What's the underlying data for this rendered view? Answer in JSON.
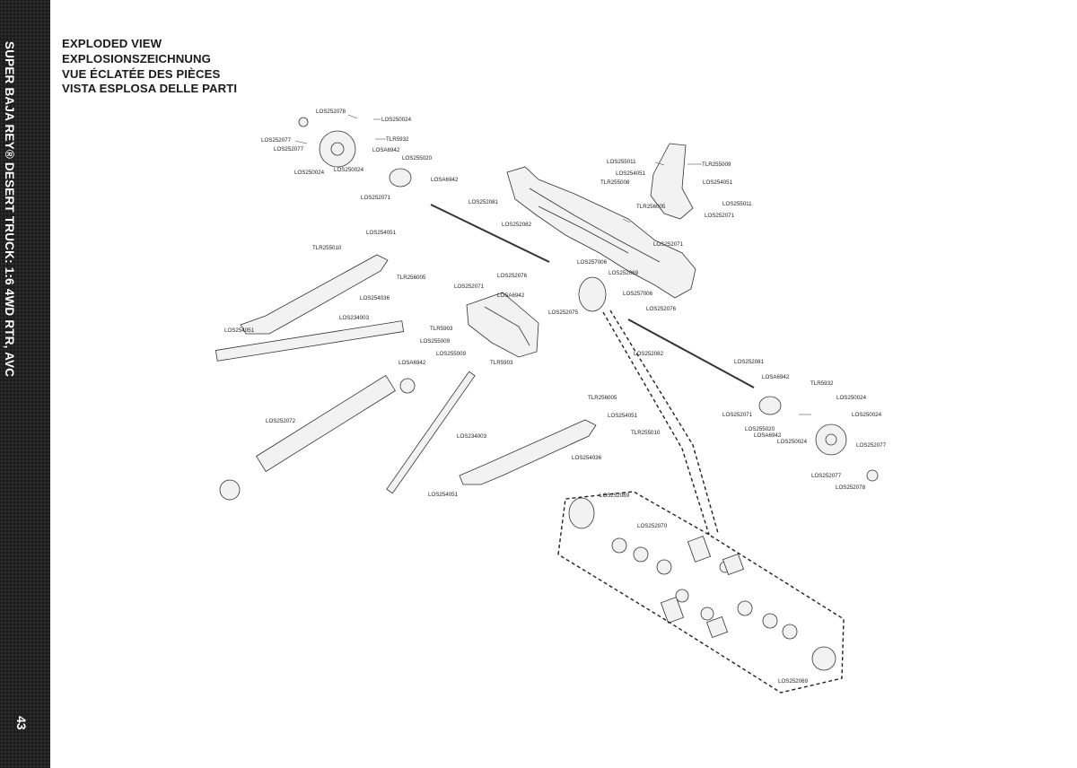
{
  "sidebar": {
    "title": "SUPER BAJA REY® DESERT TRUCK: 1:6 4WD RTR, AVC",
    "page_number": "43"
  },
  "header": {
    "lines": [
      "EXPLODED VIEW",
      "EXPLOSIONSZEICHNUNG",
      "VUE ÉCLATÉE DES PIÈCES",
      "VISTA ESPLOSA DELLE PARTI"
    ]
  },
  "colors": {
    "band": "#1c1c1c",
    "line": "#333333",
    "fill": "#f2f2f2"
  },
  "labels": [
    {
      "id": "l1",
      "text": "LOS252078"
    },
    {
      "id": "l2",
      "text": "LOS250024"
    },
    {
      "id": "l3",
      "text": "LOS252077"
    },
    {
      "id": "l4",
      "text": "LOS252077"
    },
    {
      "id": "l5",
      "text": "TLR5932"
    },
    {
      "id": "l6",
      "text": "LOSA6942"
    },
    {
      "id": "l7",
      "text": "LOS255020"
    },
    {
      "id": "l8",
      "text": "LOS250024"
    },
    {
      "id": "l9",
      "text": "LOS250024"
    },
    {
      "id": "l10",
      "text": "LOSA6942"
    },
    {
      "id": "l11",
      "text": "LOS252071"
    },
    {
      "id": "l12",
      "text": "LOS252081"
    },
    {
      "id": "l13",
      "text": "LOS252082"
    },
    {
      "id": "l14",
      "text": "LOS255011"
    },
    {
      "id": "l15",
      "text": "LOS254051"
    },
    {
      "id": "l16",
      "text": "TLR255008"
    },
    {
      "id": "l17",
      "text": "TLR255009"
    },
    {
      "id": "l18",
      "text": "LOS254051"
    },
    {
      "id": "l19",
      "text": "LOS255011"
    },
    {
      "id": "l20",
      "text": "TLR256005"
    },
    {
      "id": "l21",
      "text": "LOS252071"
    },
    {
      "id": "l22",
      "text": "LOS252071"
    },
    {
      "id": "l23",
      "text": "LOS254051"
    },
    {
      "id": "l24",
      "text": "TLR255010"
    },
    {
      "id": "l25",
      "text": "TLR256005"
    },
    {
      "id": "l26",
      "text": "LOS254036"
    },
    {
      "id": "l27",
      "text": "LOS257006"
    },
    {
      "id": "l28",
      "text": "LOS252076"
    },
    {
      "id": "l29",
      "text": "LOS252069"
    },
    {
      "id": "l30",
      "text": "LOS252071"
    },
    {
      "id": "l31",
      "text": "LOSA6942"
    },
    {
      "id": "l32",
      "text": "LOS257006"
    },
    {
      "id": "l33",
      "text": "LOS252076"
    },
    {
      "id": "l34",
      "text": "LOS252075"
    },
    {
      "id": "l35",
      "text": "LOS234003"
    },
    {
      "id": "l36",
      "text": "LOS254051"
    },
    {
      "id": "l37",
      "text": "TLR5903"
    },
    {
      "id": "l38",
      "text": "LOS255009"
    },
    {
      "id": "l39",
      "text": "LOS255009"
    },
    {
      "id": "l40",
      "text": "LOSA6942"
    },
    {
      "id": "l41",
      "text": "TLR5903"
    },
    {
      "id": "l42",
      "text": "LOS252082"
    },
    {
      "id": "l43",
      "text": "LOS252081"
    },
    {
      "id": "l44",
      "text": "LOSA6942"
    },
    {
      "id": "l45",
      "text": "TLR5932"
    },
    {
      "id": "l46",
      "text": "LOS250024"
    },
    {
      "id": "l47",
      "text": "LOS252071"
    },
    {
      "id": "l48",
      "text": "LOS250024"
    },
    {
      "id": "l49",
      "text": "LOS255020"
    },
    {
      "id": "l50",
      "text": "LOSA6942"
    },
    {
      "id": "l51",
      "text": "LOS250024"
    },
    {
      "id": "l52",
      "text": "LOS252077"
    },
    {
      "id": "l53",
      "text": "LOS252077"
    },
    {
      "id": "l54",
      "text": "LOS252078"
    },
    {
      "id": "l55",
      "text": "LOS252072"
    },
    {
      "id": "l56",
      "text": "TLR256005"
    },
    {
      "id": "l57",
      "text": "LOS254051"
    },
    {
      "id": "l58",
      "text": "TLR255010"
    },
    {
      "id": "l59",
      "text": "LOS234003"
    },
    {
      "id": "l60",
      "text": "LOS254036"
    },
    {
      "id": "l61",
      "text": "LOS254051"
    },
    {
      "id": "l62",
      "text": "LOS252069"
    },
    {
      "id": "l63",
      "text": "LOS252070"
    },
    {
      "id": "l64",
      "text": "LOS252069"
    }
  ]
}
